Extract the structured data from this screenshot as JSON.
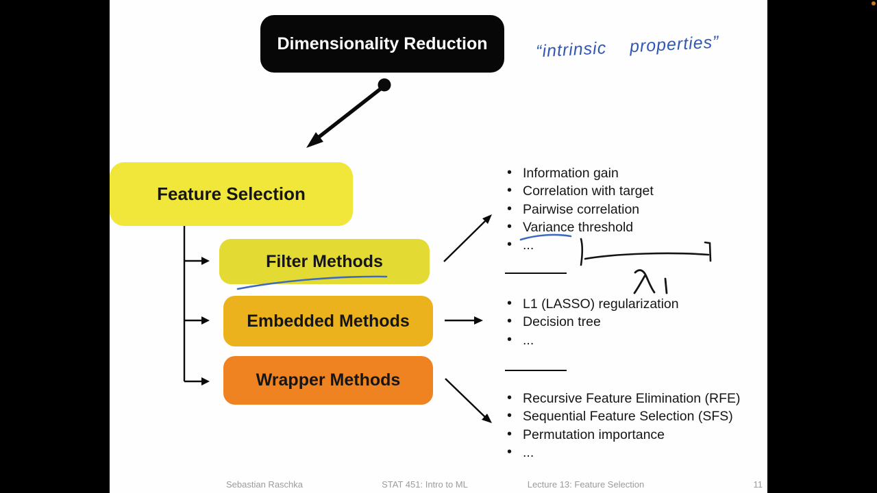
{
  "slide": {
    "root_box": {
      "label": "Dimensionality Reduction"
    },
    "handwritten_note": "“intrinsic properties”",
    "handwritten_lambda": "λ",
    "feature_selection_box": {
      "label": "Feature Selection"
    },
    "method_boxes": [
      {
        "label": "Filter Methods",
        "color": "#e3da34"
      },
      {
        "label": "Embedded Methods",
        "color": "#ecb21d"
      },
      {
        "label": "Wrapper Methods",
        "color": "#f08321"
      }
    ],
    "feature_selection_color": "#f1e63a",
    "ink_blue": "#3156b4",
    "lists": {
      "filter": [
        "Information gain",
        "Correlation with target",
        "Pairwise correlation",
        "Variance threshold",
        "..."
      ],
      "embedded": [
        "L1 (LASSO) regularization",
        "Decision tree",
        "..."
      ],
      "wrapper": [
        "Recursive Feature Elimination (RFE)",
        "Sequential Feature Selection (SFS)",
        "Permutation importance",
        "..."
      ]
    }
  },
  "footer": {
    "author": "Sebastian Raschka",
    "course": "STAT 451: Intro to ML",
    "lecture": "Lecture 13: Feature Selection",
    "page": "11"
  }
}
